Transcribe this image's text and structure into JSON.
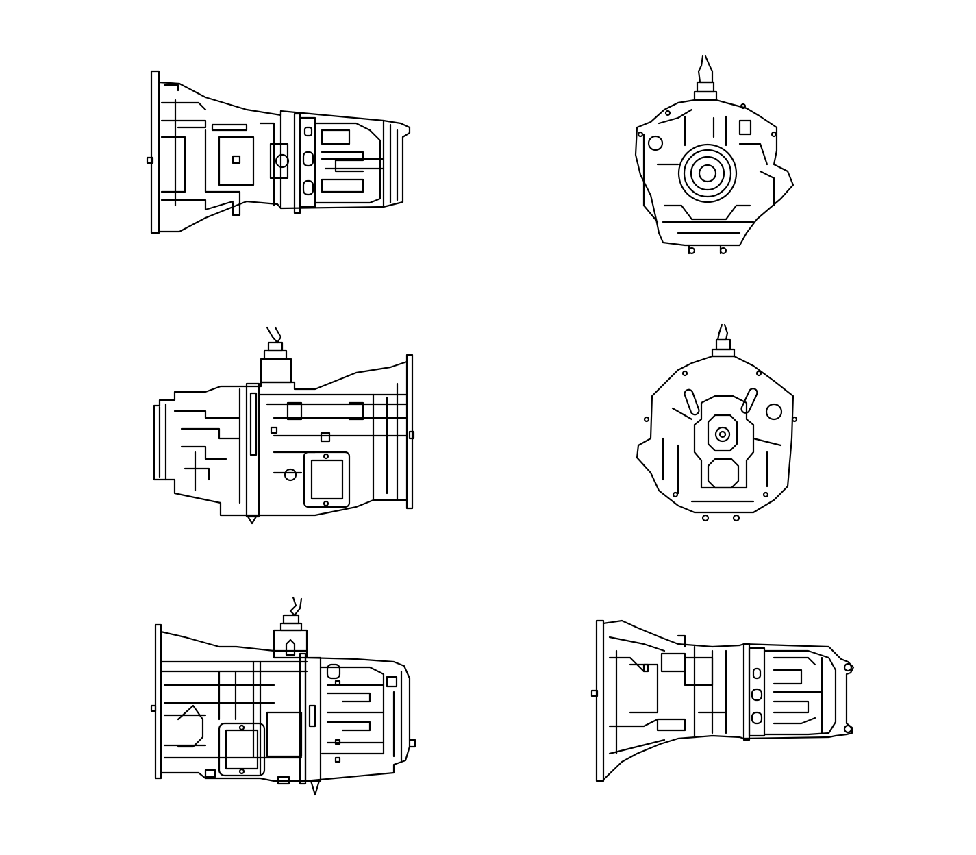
{
  "drawing": {
    "background": "#ffffff",
    "line_color": "#000000",
    "views": [
      {
        "id": "left-side-view"
      },
      {
        "id": "front-end-view"
      },
      {
        "id": "right-side-view-with-shifter"
      },
      {
        "id": "rear-end-view"
      },
      {
        "id": "left-side-view-with-shifter"
      },
      {
        "id": "top-view"
      }
    ]
  }
}
